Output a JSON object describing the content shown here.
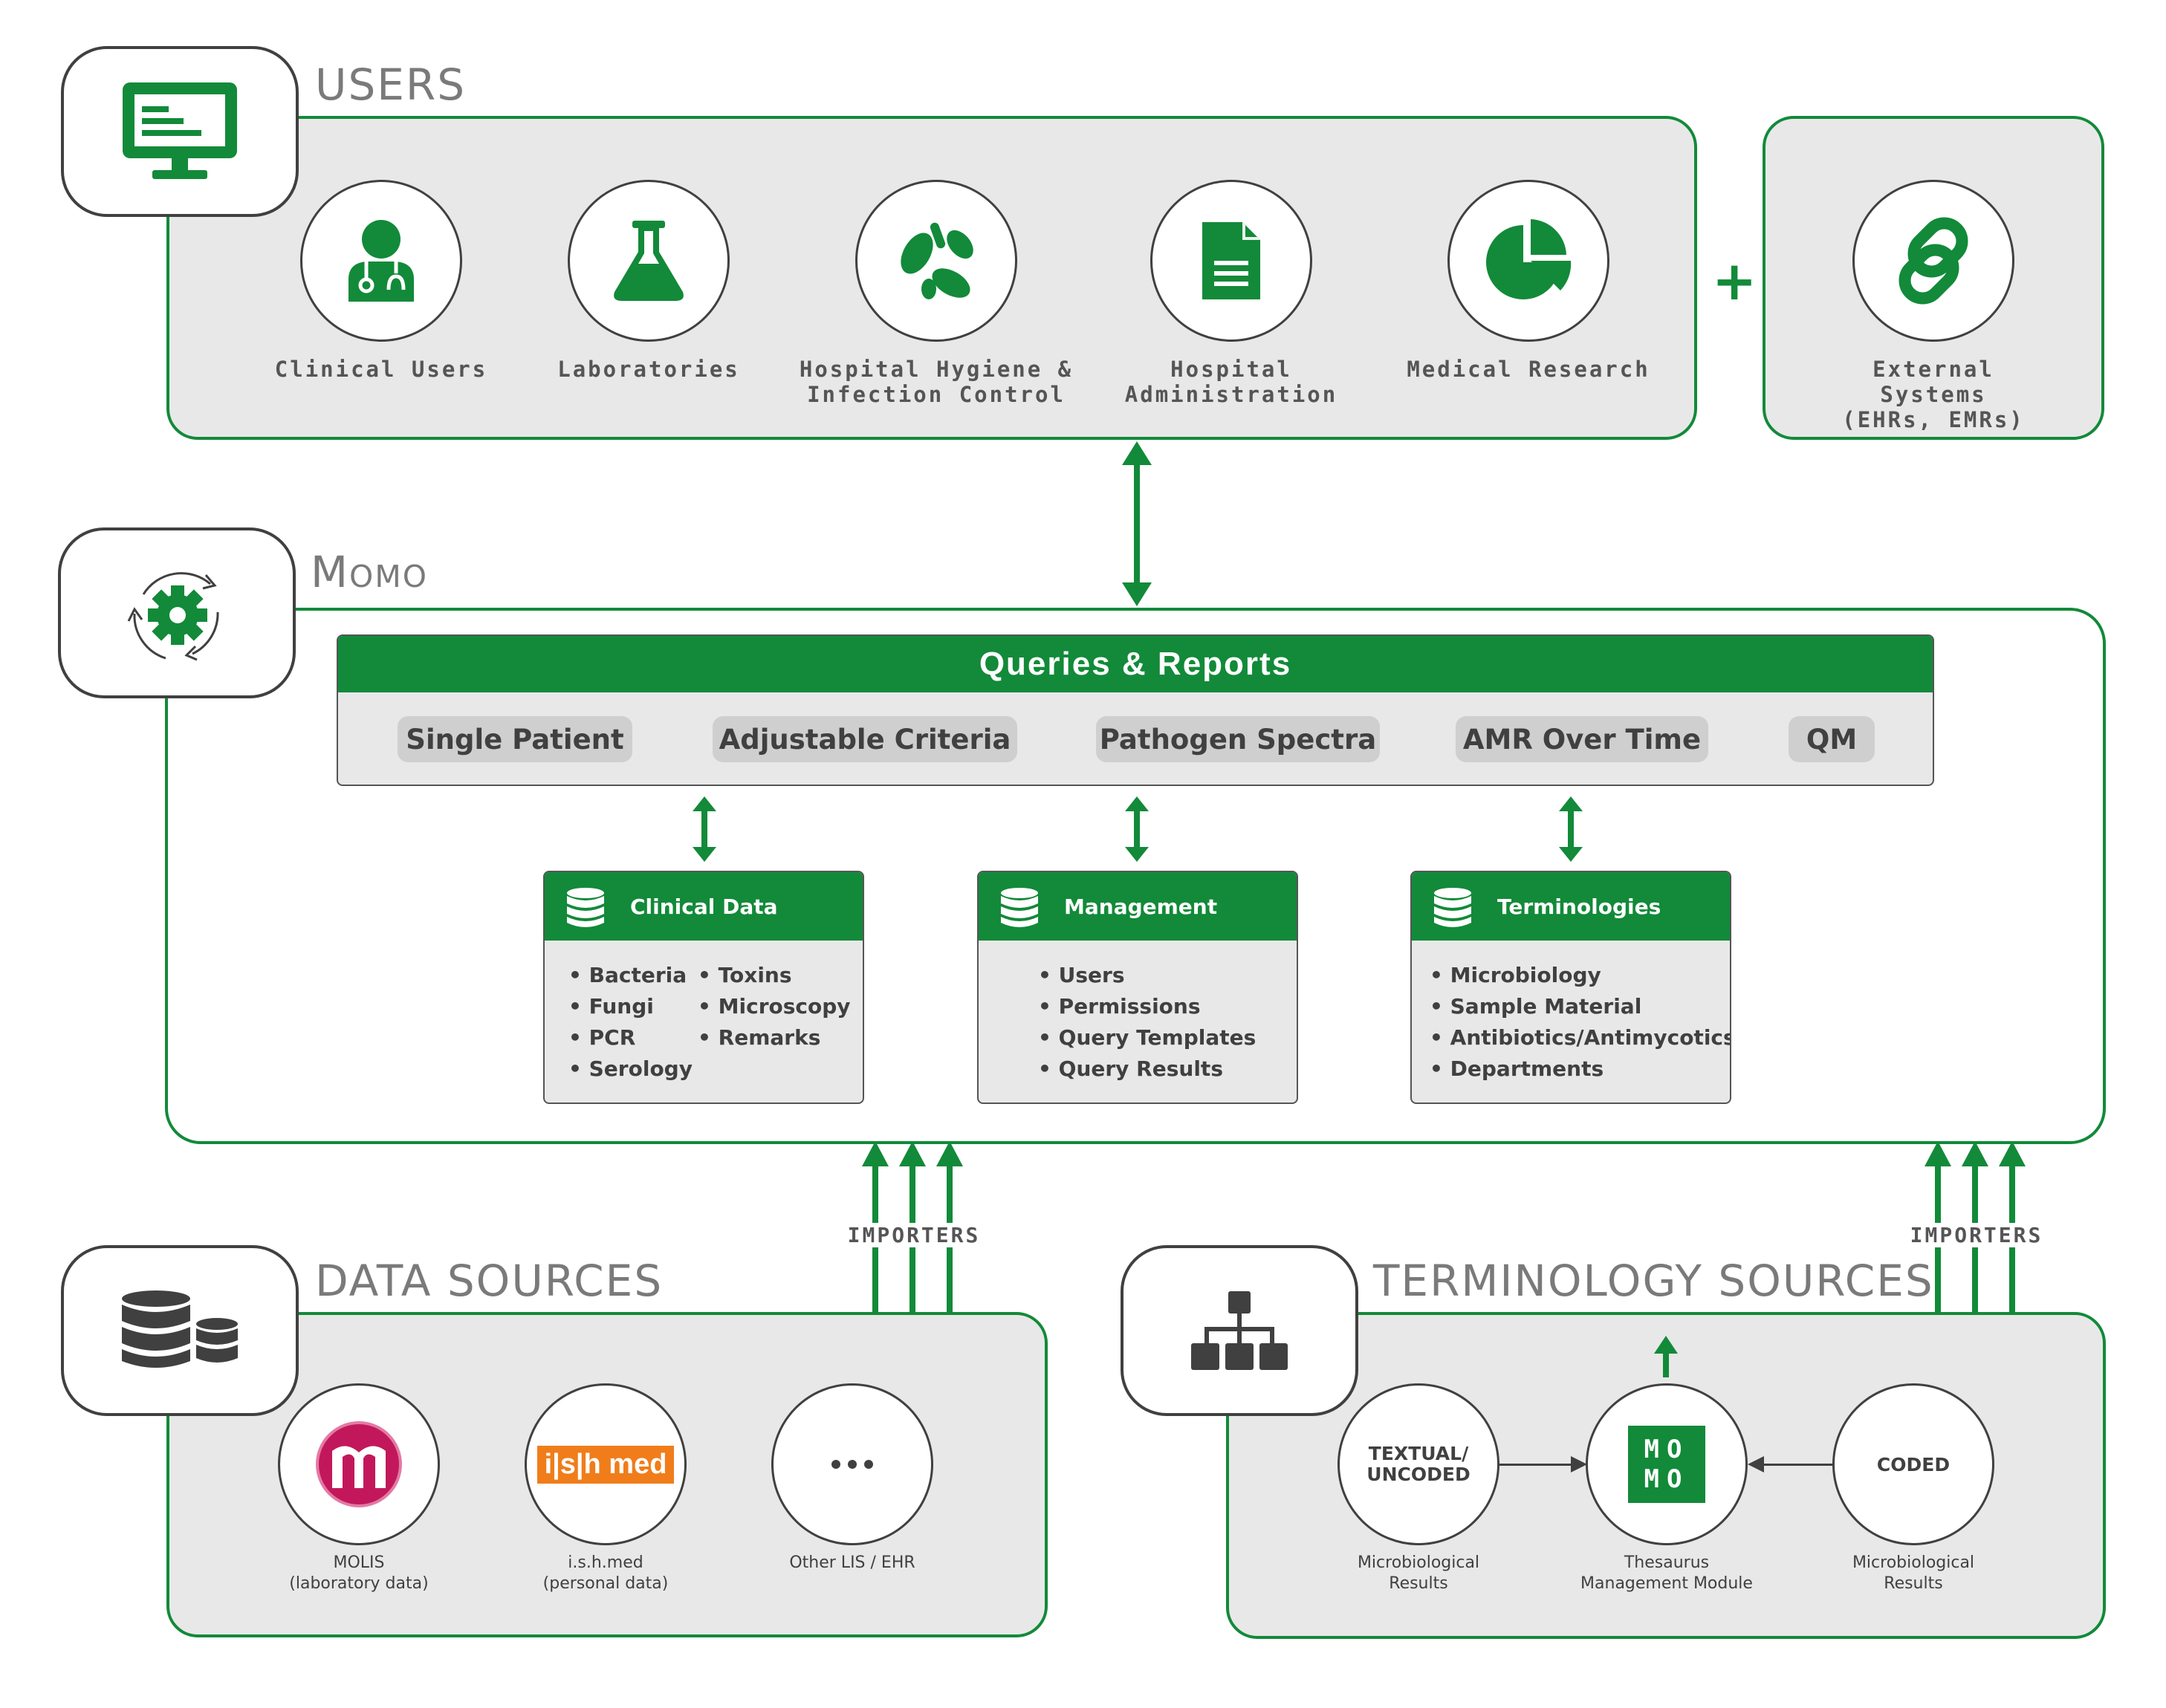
{
  "users": {
    "title": "USERS",
    "items": [
      {
        "icon": "doctor-icon",
        "label": "Clinical Users"
      },
      {
        "icon": "flask-icon",
        "label": "Laboratories"
      },
      {
        "icon": "biohazard-icon",
        "label": "Hospital Hygiene &\nInfection Control"
      },
      {
        "icon": "document-icon",
        "label": "Hospital\nAdministration"
      },
      {
        "icon": "pie-chart-icon",
        "label": "Medical Research"
      }
    ],
    "plus": "+",
    "external": {
      "icon": "link-icon",
      "label": "External Systems\n(EHRs, EMRs)"
    }
  },
  "momo": {
    "title": "Momo",
    "queries": {
      "title": "Queries & Reports",
      "pills": [
        "Single Patient",
        "Adjustable Criteria",
        "Pathogen Spectra",
        "AMR Over Time",
        "QM"
      ]
    },
    "databases": [
      {
        "title": "Clinical Data",
        "col1": [
          "• Bacteria",
          "• Fungi",
          "• PCR",
          "• Serology"
        ],
        "col2": [
          "• Toxins",
          "• Microscopy",
          "• Remarks"
        ]
      },
      {
        "title": "Management",
        "col1": [
          "• Users",
          "• Permissions",
          "• Query Templates",
          "• Query Results"
        ],
        "col2": []
      },
      {
        "title": "Terminologies",
        "col1": [
          "• Microbiology",
          "• Sample Material",
          "• Antibiotics/Antimycotics",
          "• Departments"
        ],
        "col2": []
      }
    ]
  },
  "importers_label": "IMPORTERS",
  "data_sources": {
    "title": "DATA SOURCES",
    "items": [
      {
        "logo": "molis-logo",
        "label": "MOLIS\n(laboratory data)"
      },
      {
        "logo": "ishmed-logo",
        "logo_text": "i|s|h med",
        "label": "i.s.h.med\n(personal data)"
      },
      {
        "logo": "more-icon",
        "label": "Other LIS / EHR"
      }
    ]
  },
  "terminology_sources": {
    "title": "TERMINOLOGY SOURCES",
    "textual": {
      "circle_text": "TEXTUAL/\nUNCODED",
      "label": "Microbiological\nResults"
    },
    "thesaurus": {
      "logo_text": "MOMO",
      "label": "Thesaurus\nManagement Module"
    },
    "coded": {
      "circle_text": "CODED",
      "label": "Microbiological\nResults"
    }
  },
  "colors": {
    "green": "#128a39",
    "panel_grey": "#e8e8e8",
    "dark": "#404040",
    "title_grey": "#7a7a7a"
  }
}
